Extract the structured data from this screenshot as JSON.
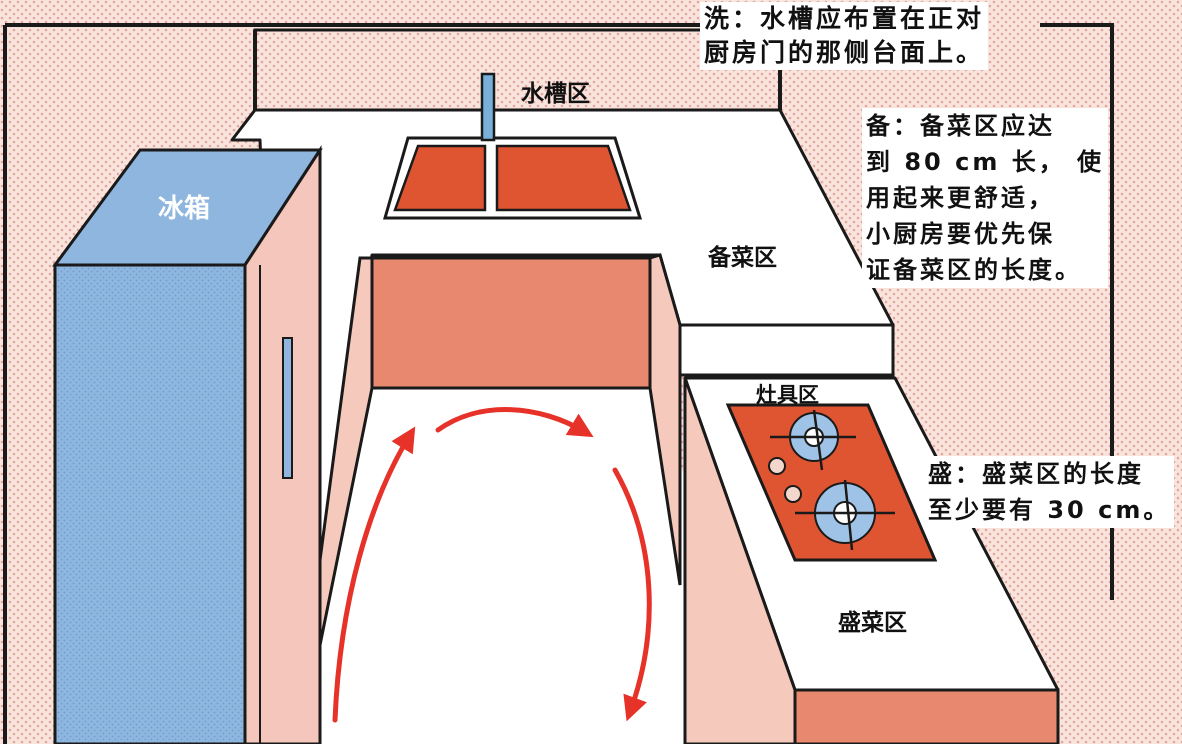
{
  "labels": {
    "sink_zone": "水槽区",
    "fridge": "冰箱",
    "prep_zone": "备菜区",
    "stove_zone": "灶具区",
    "serve_zone": "盛菜区"
  },
  "notes": {
    "wash": [
      "洗：水槽应布置在正对",
      "厨房门的那侧台面上。"
    ],
    "prep": [
      "备：备菜区应达",
      "到 80 cm 长， 使",
      "用起来更舒适，",
      "小厨房要优先保",
      "证备菜区的长度。"
    ],
    "serve": [
      "盛：盛菜区的长度",
      "至少要有 30 cm。"
    ]
  },
  "colors": {
    "wall": "#f8e4dc",
    "wall_dots": "#e3a79e",
    "counter_top": "#ffffff",
    "cabinet_front": "#e8896f",
    "cabinet_side": "#f6c9bd",
    "sink_basin": "#df5532",
    "stove_panel": "#df5532",
    "fridge_body": "#8fb6df",
    "fridge_side": "#f5c6bc",
    "faucet": "#78b0da",
    "arrow": "#e63228",
    "outline": "#1a1a1a"
  },
  "icons": {
    "burner": "gas-burner-icon",
    "knob": "stove-knob-icon",
    "arrow": "workflow-arrow-icon"
  }
}
